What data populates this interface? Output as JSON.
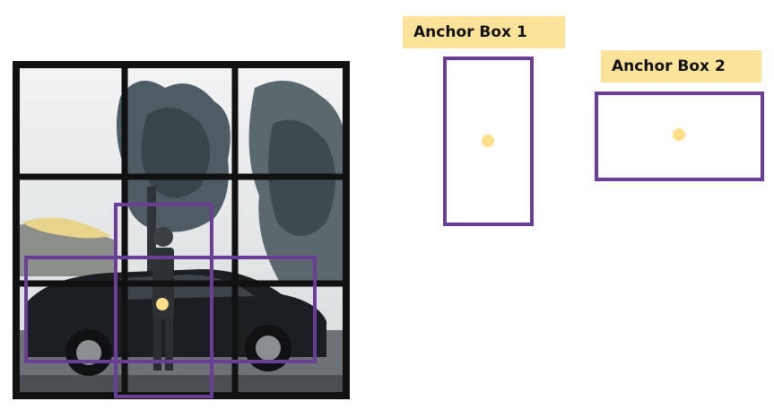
{
  "anchors": [
    {
      "label": "Anchor Box 1",
      "shape": "tall"
    },
    {
      "label": "Anchor Box 2",
      "shape": "wide"
    }
  ],
  "grid": {
    "rows": 3,
    "cols": 3
  },
  "colors": {
    "box_stroke": "#6a3d96",
    "grid_lines": "#111111",
    "label_bg": "#fbe39a",
    "center_dot": "#fcdf86"
  },
  "photo_subject": "person-and-car-street-scene"
}
